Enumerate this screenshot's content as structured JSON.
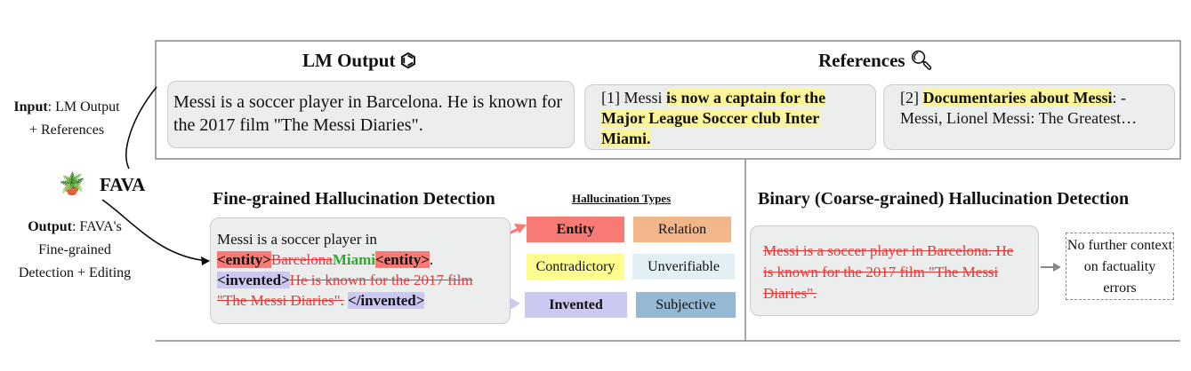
{
  "left": {
    "input_bold": "Input",
    "input_rest": ": LM Output",
    "input_line2": "+ References",
    "fava": "FAVA",
    "output_bold": "Output",
    "output_rest": ": FAVA's",
    "output_line2": "Fine-grained",
    "output_line3": "Detection + Editing"
  },
  "top": {
    "lm_title": "LM Output",
    "lm_text": "Messi is a soccer player in Barcelona. He is known for the 2017 film \"The Messi Diaries\".",
    "refs_title": "References",
    "ref1": {
      "num": "[1] Messi ",
      "hl": "is now a  captain for the Major League Soccer club Inter Miami."
    },
    "ref2": {
      "num": "[2] ",
      "hl": "Documentaries about Messi",
      "rest": ": -Messi, Lionel Messi: The Greatest…"
    }
  },
  "fine": {
    "title": "Fine-grained Hallucination Detection",
    "text1": "Messi is a soccer player in",
    "tag_entity": "<entity>",
    "deleted": "Barcelona",
    "inserted": "Miami",
    "tag_entity_close": "<entity>",
    "period": ".",
    "tag_invented": "<invented>",
    "invented_text": "He is known for the 2017 film \"The Messi Diaries\".",
    "tag_invented_close": "</invented>"
  },
  "types": {
    "title": "Hallucination Types",
    "items": [
      {
        "label": "Entity",
        "color": "#f87a74",
        "bold": true
      },
      {
        "label": "Relation",
        "color": "#f3b68a"
      },
      {
        "label": "Contradictory",
        "color": "#fdfd8f"
      },
      {
        "label": "Unverifiable",
        "color": "#e2eff5"
      },
      {
        "label": "Invented",
        "color": "#cbc8f1",
        "bold": true
      },
      {
        "label": "Subjective",
        "color": "#95b8d4"
      }
    ]
  },
  "binary": {
    "title": "Binary (Coarse-grained) Hallucination Detection",
    "text": "Messi is a soccer player in Barcelona. He is known for the 2017 film \"The Messi Diaries\".",
    "note": "No further context on factuality errors"
  }
}
